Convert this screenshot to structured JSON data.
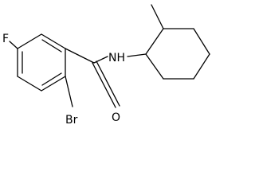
{
  "molecule": {
    "atoms": {
      "fluorine": "F",
      "bromine": "Br",
      "oxygen": "O",
      "nitrogen": "NH"
    },
    "colors": {
      "bond": "#000000",
      "label": "#000000",
      "background": "#ffffff"
    }
  }
}
